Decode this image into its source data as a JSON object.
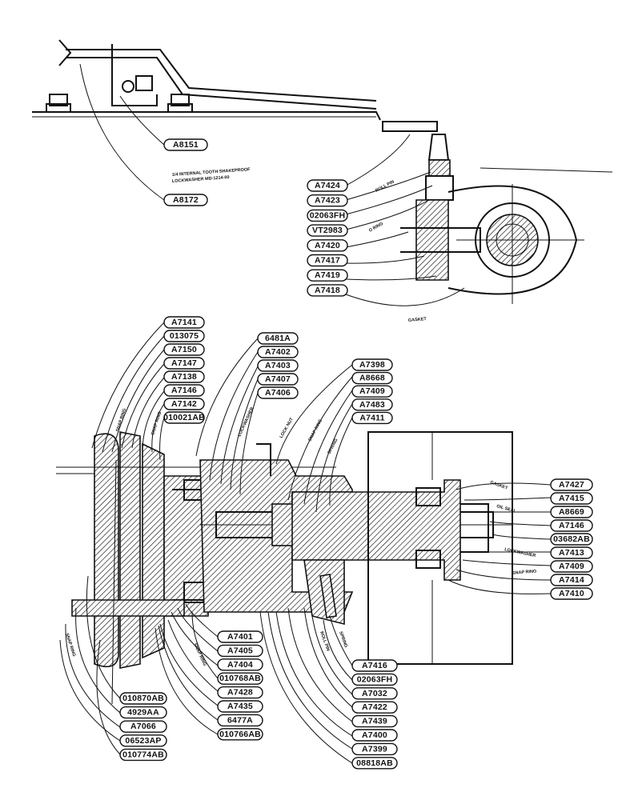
{
  "top_assembly": {
    "callouts_left": [
      "A8151",
      "A8172"
    ],
    "lockwasher_note": [
      "1/4 INTERNAL TOOTH SHAKEPROOF",
      "LOCKWASHER MD-1214-00"
    ],
    "callouts_right": [
      "A7424",
      "A7423",
      "02063FH",
      "VT2983",
      "A7420",
      "A7417",
      "A7419",
      "A7418"
    ],
    "tags": {
      "roll_pin": "ROLL PIN",
      "o_ring": "O RING",
      "gasket": "GASKET"
    }
  },
  "main_assembly": {
    "callouts_top_left": [
      "A7141",
      "013075",
      "A7150",
      "A7147",
      "A7138",
      "A7146",
      "A7142",
      "010021AB"
    ],
    "callouts_top_mid": [
      "6481A",
      "A7402",
      "A7403",
      "A7407",
      "A7406"
    ],
    "callouts_top_right": [
      "A7398",
      "A8668",
      "A7409",
      "A7483",
      "A7411"
    ],
    "callouts_right": [
      "A7427",
      "A7415",
      "A8669",
      "A7146",
      "03682AB",
      "A7413",
      "A7409",
      "A7414",
      "A7410"
    ],
    "callouts_bottom_left": [
      "010870AB",
      "4929AA",
      "A7066",
      "06523AP",
      "010774AB"
    ],
    "callouts_bottom_mid": [
      "A7401",
      "A7405",
      "A7404",
      "010768AB",
      "A7428",
      "A7435",
      "6477A",
      "010766AB"
    ],
    "callouts_bottom_right": [
      "A7416",
      "02063FH",
      "A7032",
      "A7422",
      "A7439",
      "A7400",
      "A7399",
      "08818AB"
    ],
    "tags": {
      "snap_ring": "SNAP RING",
      "lockwasher": "LOCKWASHER",
      "lock_nut": "LOCK NUT",
      "gasket": "GASKET",
      "oil_seal": "OIL SEAL",
      "roll_pin": "ROLL PIN",
      "spring": "SPRING"
    }
  }
}
